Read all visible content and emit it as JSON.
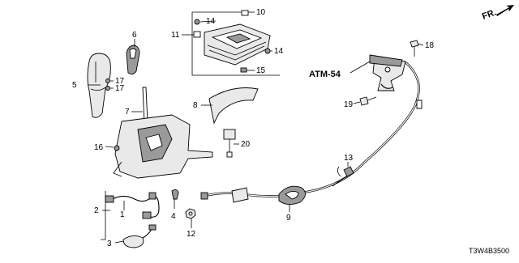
{
  "diagram": {
    "reference_label": "ATM-54",
    "direction_label": "FR.",
    "diagram_code": "T3W4B3500",
    "callouts": {
      "c1": "1",
      "c2": "2",
      "c3": "3",
      "c4": "4",
      "c5": "5",
      "c6": "6",
      "c7": "7",
      "c8": "8",
      "c9": "9",
      "c10": "10",
      "c11": "11",
      "c12": "12",
      "c13": "13",
      "c14a": "14",
      "c14b": "14",
      "c15": "15",
      "c16": "16",
      "c17a": "17",
      "c17b": "17",
      "c18": "18",
      "c19": "19",
      "c20": "20"
    }
  }
}
